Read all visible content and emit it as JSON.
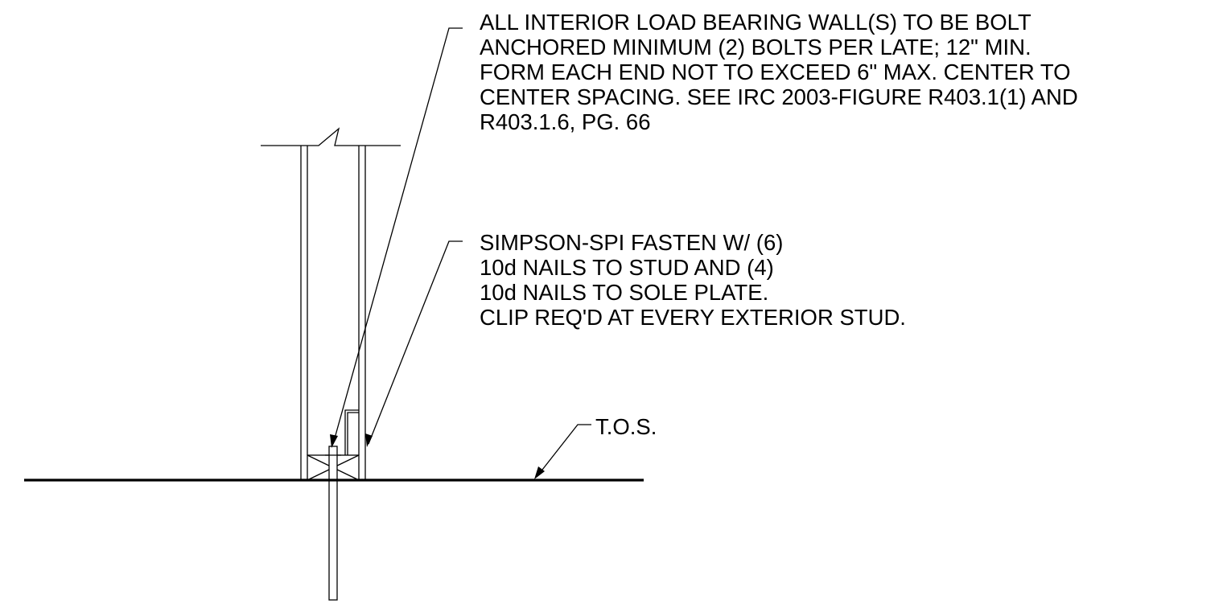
{
  "notes": {
    "anchor_bolt": {
      "lines": [
        "ALL INTERIOR LOAD BEARING WALL(S) TO BE BOLT",
        "ANCHORED MINIMUM (2) BOLTS PER LATE; 12\" MIN.",
        "FORM EACH END NOT TO EXCEED 6\" MAX. CENTER TO",
        "CENTER SPACING.  SEE IRC 2003-FIGURE R403.1(1) AND",
        "R403.1.6, PG. 66"
      ]
    },
    "clip": {
      "lines": [
        "SIMPSON-SPI FASTEN W/ (6)",
        "10d NAILS TO STUD AND (4)",
        "10d NAILS TO SOLE PLATE.",
        "CLIP REQ'D AT EVERY EXTERIOR STUD."
      ]
    },
    "tos": {
      "label": "T.O.S."
    }
  },
  "colors": {
    "linework": "#000000",
    "background": "#ffffff"
  }
}
